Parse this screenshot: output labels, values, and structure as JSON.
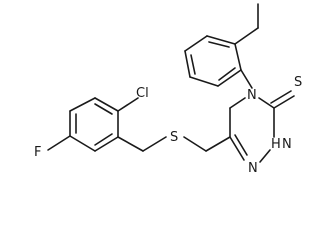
{
  "structure": {
    "atoms": {
      "cl": "Cl",
      "f": "F",
      "s_thioether": "S",
      "s_thione": "S",
      "n4": "N",
      "n2h": "N",
      "nh": "H",
      "n1": "N"
    }
  }
}
